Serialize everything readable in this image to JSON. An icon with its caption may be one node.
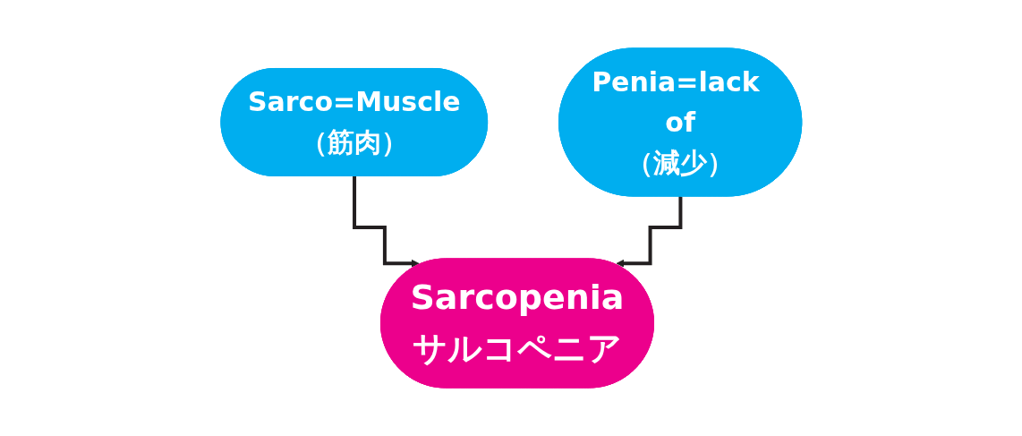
{
  "diagram": {
    "nodes": [
      {
        "text": [
          "Sarco=Muscle",
          "（筋肉）"
        ]
      },
      {
        "text": [
          "Penia=lack of",
          "（減少）"
        ]
      },
      {
        "text": [
          "Sarcopenia",
          "サルコペニア"
        ]
      }
    ],
    "edges": [
      {
        "from": 0,
        "to": 2,
        "arrow": "to"
      },
      {
        "from": 1,
        "to": 2,
        "arrow": "to"
      }
    ]
  }
}
